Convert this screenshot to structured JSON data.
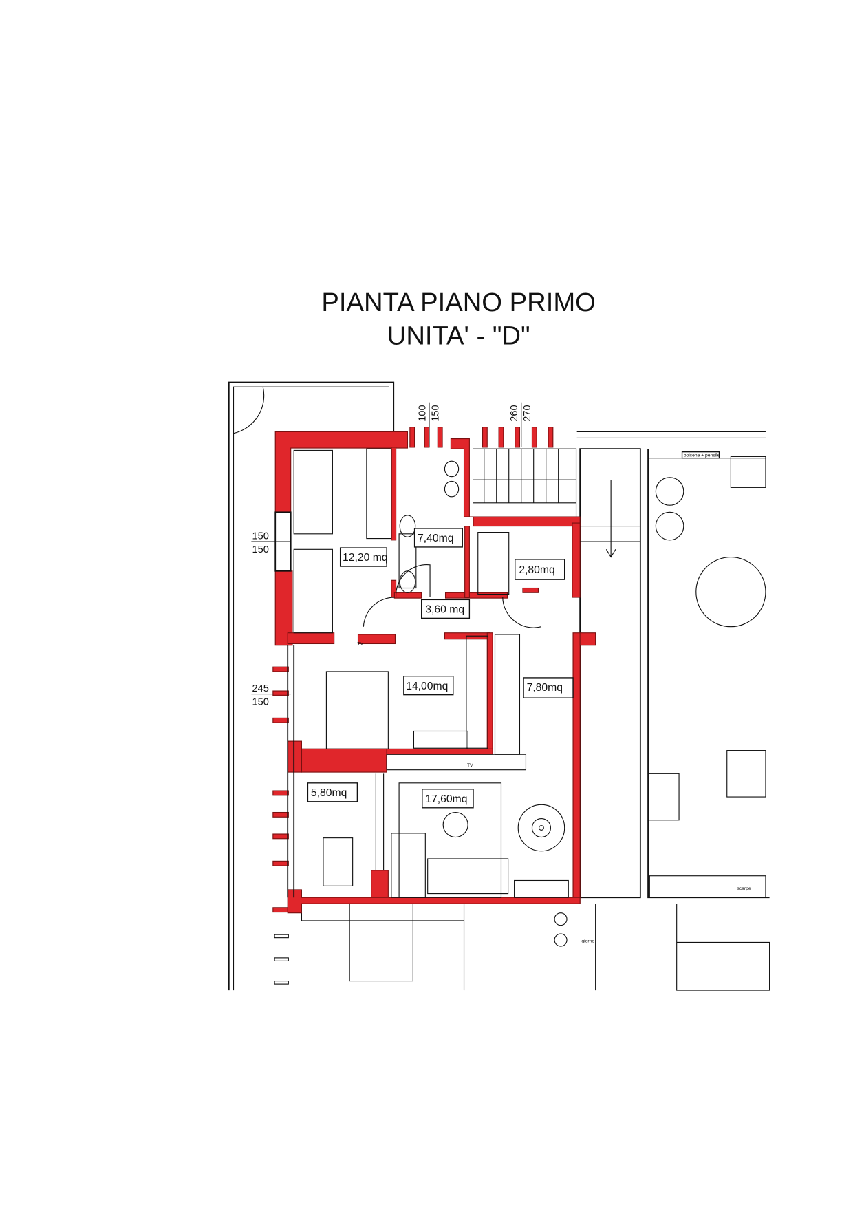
{
  "title": {
    "line1": "PIANTA PIANO PRIMO",
    "line2": "UNITA' - \"D\""
  },
  "colors": {
    "wall": "#e0262b",
    "line": "#111111",
    "background": "#ffffff"
  },
  "rooms": [
    {
      "area": "12,20 mq"
    },
    {
      "area": "7,40mq"
    },
    {
      "area": "2,80mq"
    },
    {
      "area": "3,60 mq"
    },
    {
      "area": "14,00mq"
    },
    {
      "area": "7,80mq"
    },
    {
      "area": "5,80mq"
    },
    {
      "area": "17,60mq"
    }
  ],
  "dimensions": [
    {
      "top": "100",
      "bottom": "150"
    },
    {
      "top": "260",
      "bottom": "270"
    },
    {
      "top": "150",
      "bottom": "150"
    },
    {
      "top": "245",
      "bottom": "150"
    }
  ],
  "annotations": {
    "tv1": "TV",
    "tv2": "TV",
    "cabinet": "boisene + pensile",
    "neighbor": "giorno",
    "neighbor2": "scarpe"
  }
}
